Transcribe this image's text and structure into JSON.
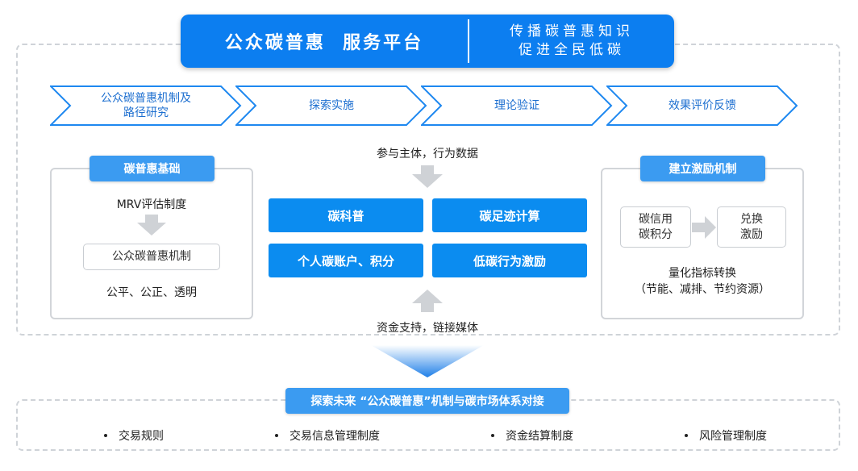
{
  "header": {
    "title": "公众碳普惠  服务平台",
    "subtitle_line1": "传播碳普惠知识",
    "subtitle_line2": "促进全民低碳"
  },
  "steps": [
    {
      "label": "公众碳普惠机制及\n路径研究"
    },
    {
      "label": "探索实施"
    },
    {
      "label": "理论验证"
    },
    {
      "label": "效果评价反馈"
    }
  ],
  "left_panel": {
    "title": "碳普惠基础",
    "line1": "MRV评估制度",
    "box": "公众碳普惠机制",
    "line3": "公平、公正、透明"
  },
  "center": {
    "top_text": "参与主体，行为数据",
    "btn1": "碳科普",
    "btn2": "碳足迹计算",
    "btn3": "个人碳账户、积分",
    "btn4": "低碳行为激励",
    "bottom_text": "资金支持，链接媒体"
  },
  "right_panel": {
    "title": "建立激励机制",
    "box_left": "碳信用\n碳积分",
    "box_right": "兑换\n激励",
    "line1": "量化指标转换",
    "line2": "（节能、减排、节约资源）"
  },
  "bottom": {
    "banner": "探索未来 “公众碳普惠”机制与碳市场体系对接",
    "items": [
      "交易规则",
      "交易信息管理制度",
      "资金结算制度",
      "风险管理制度"
    ]
  },
  "colors": {
    "primary": "#0c7ef0",
    "pill": "#3b9bf1",
    "button": "#0b8cf0",
    "chevron_stroke": "#1e88f0",
    "dashed_border": "#cfd3d8"
  }
}
